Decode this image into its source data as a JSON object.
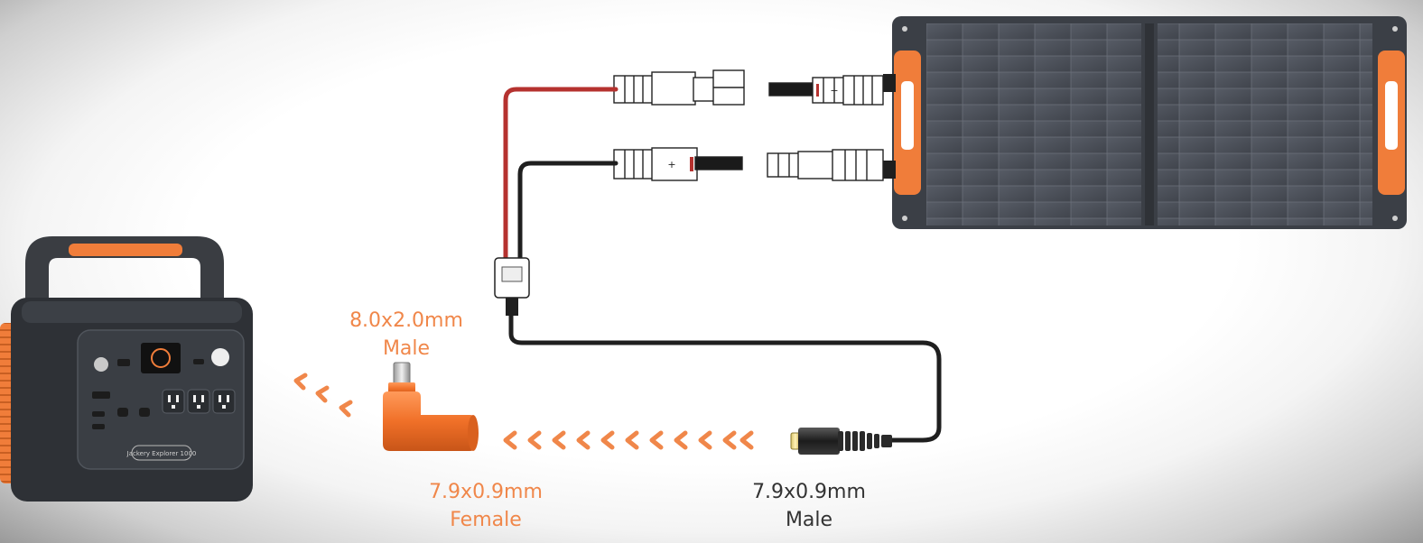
{
  "device": {
    "brand_text": "Jackery Explorer 1000"
  },
  "labels": {
    "adapter_top_size": "8.0x2.0mm",
    "adapter_top_gender": "Male",
    "adapter_bottom_size": "7.9x0.9mm",
    "adapter_bottom_gender": "Female",
    "plug_size": "7.9x0.9mm",
    "plug_gender": "Male"
  },
  "colors": {
    "accent": "#f07d3a",
    "label_orange": "#f0874a",
    "label_dark": "#333333",
    "panel": "#3d4148",
    "cell": "#4d525b",
    "cable_red": "#b5322f",
    "cable_black": "#1f1f1f"
  },
  "icons": {
    "plus_sign": "+"
  }
}
